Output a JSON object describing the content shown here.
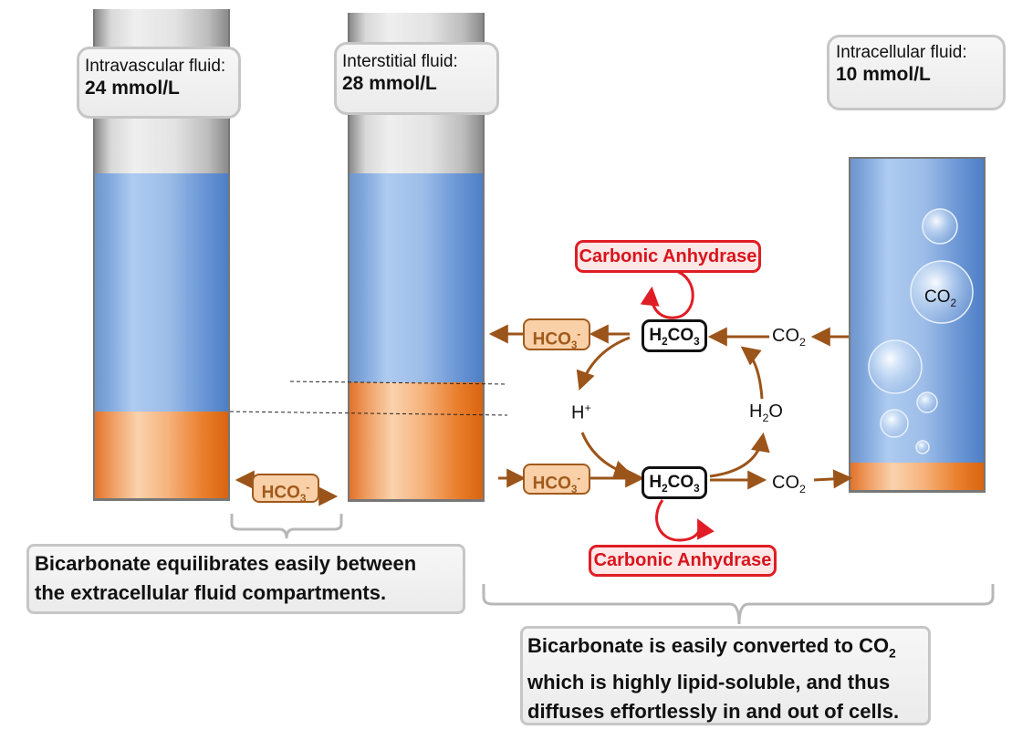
{
  "compartments": {
    "intravascular": {
      "label": "Intravascular fluid:",
      "value": "24 mmol/L"
    },
    "interstitial": {
      "label": "Interstitial fluid:",
      "value": "28 mmol/L"
    },
    "intracellular": {
      "label": "Intracellular fluid:",
      "value": "10 mmol/L"
    }
  },
  "bicarbonate": {
    "base": "HCO",
    "sub": "3",
    "sup": "-"
  },
  "carbonic_acid": {
    "h": "H",
    "h_sub": "2",
    "co": "CO",
    "co_sub": "3"
  },
  "carbon_dioxide": {
    "base": "CO",
    "sub": "2"
  },
  "proton": {
    "base": "H",
    "sup": "+"
  },
  "water": {
    "h": "H",
    "h_sub": "2",
    "o": "O"
  },
  "enzyme": {
    "label": "Carbonic Anhydrase"
  },
  "captions": {
    "left": "Bicarbonate equilibrates easily between the extracellular fluid compartments.",
    "right_line1": "Bicarbonate is easily converted to CO",
    "right_sub": "2",
    "right_line2": "which is highly lipid-soluble, and thus",
    "right_line3": "diffuses effortlessly in and out of cells."
  },
  "colors": {
    "arrow": "#9b5419",
    "enzyme": "#e01d25",
    "orange_fill": "#f0a36a",
    "blue_fill": "#7fa6dc"
  }
}
